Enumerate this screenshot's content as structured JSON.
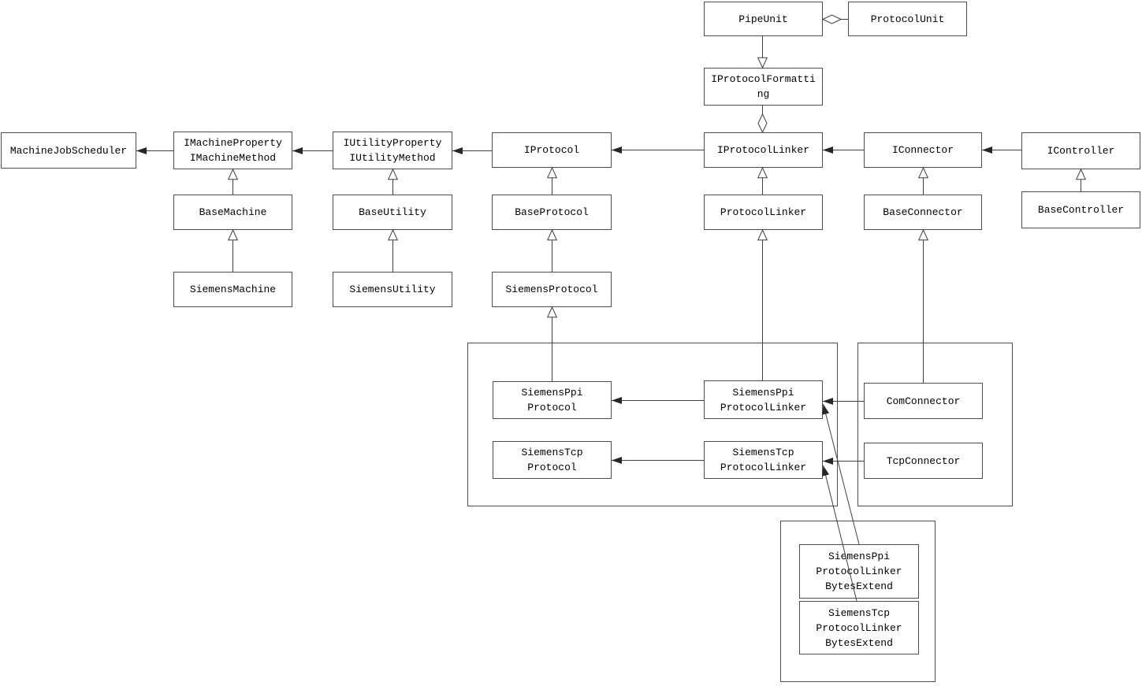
{
  "diagram": {
    "type": "uml-class-diagram",
    "colors": {
      "background": "#ffffff",
      "box_fill": "#ffffff",
      "box_border": "#4d4d4d",
      "line": "#3f3f3f",
      "text": "#000000"
    },
    "nodes": {
      "pipe_unit": {
        "label": "PipeUnit"
      },
      "protocol_unit": {
        "label": "ProtocolUnit"
      },
      "i_protocol_formatting": {
        "label": "IProtocolFormatti\nng"
      },
      "machine_job_scheduler": {
        "label": "MachineJobScheduler"
      },
      "i_machine_property_method": {
        "label": "IMachineProperty\nIMachineMethod"
      },
      "i_utility_property_method": {
        "label": "IUtilityProperty\nIUtilityMethod"
      },
      "i_protocol": {
        "label": "IProtocol"
      },
      "i_protocol_linker": {
        "label": "IProtocolLinker"
      },
      "i_connector": {
        "label": "IConnector"
      },
      "i_controller": {
        "label": "IController"
      },
      "base_machine": {
        "label": "BaseMachine"
      },
      "base_utility": {
        "label": "BaseUtility"
      },
      "base_protocol": {
        "label": "BaseProtocol"
      },
      "protocol_linker": {
        "label": "ProtocolLinker"
      },
      "base_connector": {
        "label": "BaseConnector"
      },
      "base_controller": {
        "label": "BaseController"
      },
      "siemens_machine": {
        "label": "SiemensMachine"
      },
      "siemens_utility": {
        "label": "SiemensUtility"
      },
      "siemens_protocol": {
        "label": "SiemensProtocol"
      },
      "siemens_ppi_protocol": {
        "label": "SiemensPpi\nProtocol"
      },
      "siemens_ppi_protocol_linker": {
        "label": "SiemensPpi\nProtocolLinker"
      },
      "siemens_tcp_protocol": {
        "label": "SiemensTcp\nProtocol"
      },
      "siemens_tcp_protocol_linker": {
        "label": "SiemensTcp\nProtocolLinker"
      },
      "com_connector": {
        "label": "ComConnector"
      },
      "tcp_connector": {
        "label": "TcpConnector"
      },
      "siemens_ppi_protocol_linker_bytes_extend": {
        "label": "SiemensPpi\nProtocolLinker\nBytesExtend"
      },
      "siemens_tcp_protocol_linker_bytes_extend": {
        "label": "SiemensTcp\nProtocolLinker\nBytesExtend"
      }
    },
    "groups": [
      {
        "members": [
          "SiemensPpiProtocol",
          "SiemensPpiProtocolLinker",
          "SiemensTcpProtocol",
          "SiemensTcpProtocolLinker"
        ]
      },
      {
        "members": [
          "ComConnector",
          "TcpConnector"
        ]
      },
      {
        "members": [
          "SiemensPpiProtocolLinkerBytesExtend",
          "SiemensTcpProtocolLinkerBytesExtend"
        ]
      }
    ],
    "relationships": [
      {
        "from": "IMachineProperty/IMachineMethod",
        "to": "MachineJobScheduler",
        "type": "directed-association"
      },
      {
        "from": "IUtilityProperty/IUtilityMethod",
        "to": "IMachineProperty/IMachineMethod",
        "type": "directed-association"
      },
      {
        "from": "IProtocol",
        "to": "IUtilityProperty/IUtilityMethod",
        "type": "directed-association"
      },
      {
        "from": "IProtocolLinker",
        "to": "IProtocol",
        "type": "directed-association"
      },
      {
        "from": "IConnector",
        "to": "IProtocolLinker",
        "type": "directed-association"
      },
      {
        "from": "IController",
        "to": "IConnector",
        "type": "directed-association"
      },
      {
        "from": "PipeUnit",
        "to": "IProtocolFormatting",
        "type": "generalization"
      },
      {
        "from": "ProtocolUnit",
        "to": "PipeUnit",
        "type": "aggregation"
      },
      {
        "from": "IProtocolFormatting",
        "to": "IProtocolLinker",
        "type": "aggregation"
      },
      {
        "from": "BaseMachine",
        "to": "IMachineProperty/IMachineMethod",
        "type": "generalization"
      },
      {
        "from": "BaseUtility",
        "to": "IUtilityProperty/IUtilityMethod",
        "type": "generalization"
      },
      {
        "from": "BaseProtocol",
        "to": "IProtocol",
        "type": "generalization"
      },
      {
        "from": "ProtocolLinker",
        "to": "IProtocolLinker",
        "type": "generalization"
      },
      {
        "from": "BaseConnector",
        "to": "IConnector",
        "type": "generalization"
      },
      {
        "from": "BaseController",
        "to": "IController",
        "type": "generalization"
      },
      {
        "from": "SiemensMachine",
        "to": "BaseMachine",
        "type": "generalization"
      },
      {
        "from": "SiemensUtility",
        "to": "BaseUtility",
        "type": "generalization"
      },
      {
        "from": "SiemensProtocol",
        "to": "BaseProtocol",
        "type": "generalization"
      },
      {
        "from": "SiemensPpiProtocol",
        "to": "SiemensProtocol",
        "type": "generalization"
      },
      {
        "from": "SiemensPpiProtocolLinker",
        "to": "ProtocolLinker",
        "type": "generalization"
      },
      {
        "from": "ComConnector",
        "to": "BaseConnector",
        "type": "generalization"
      },
      {
        "from": "SiemensPpiProtocolLinker",
        "to": "SiemensPpiProtocol",
        "type": "directed-association"
      },
      {
        "from": "SiemensTcpProtocolLinker",
        "to": "SiemensTcpProtocol",
        "type": "directed-association"
      },
      {
        "from": "ComConnector",
        "to": "SiemensPpiProtocolLinker",
        "type": "directed-association"
      },
      {
        "from": "TcpConnector",
        "to": "SiemensTcpProtocolLinker",
        "type": "directed-association"
      },
      {
        "from": "SiemensPpiProtocolLinkerBytesExtend",
        "to": "SiemensPpiProtocolLinker",
        "type": "directed-association"
      },
      {
        "from": "SiemensTcpProtocolLinkerBytesExtend",
        "to": "SiemensTcpProtocolLinker",
        "type": "directed-association"
      }
    ]
  }
}
